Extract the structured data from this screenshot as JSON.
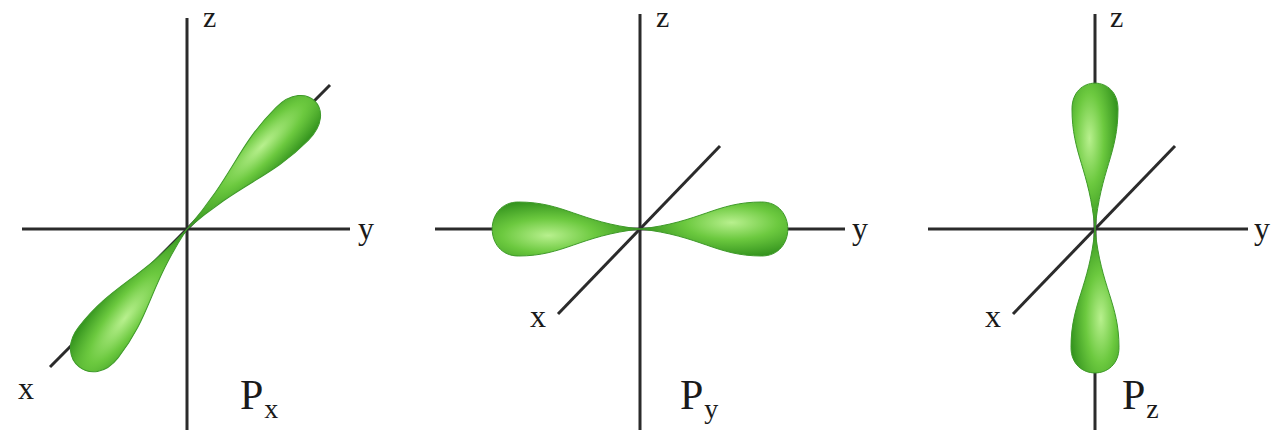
{
  "diagram": {
    "labels": [
      "z",
      "y",
      "x",
      "P",
      "x",
      "z",
      "y",
      "x",
      "P",
      "y",
      "z",
      "y",
      "x",
      "P",
      "z"
    ]
  }
}
